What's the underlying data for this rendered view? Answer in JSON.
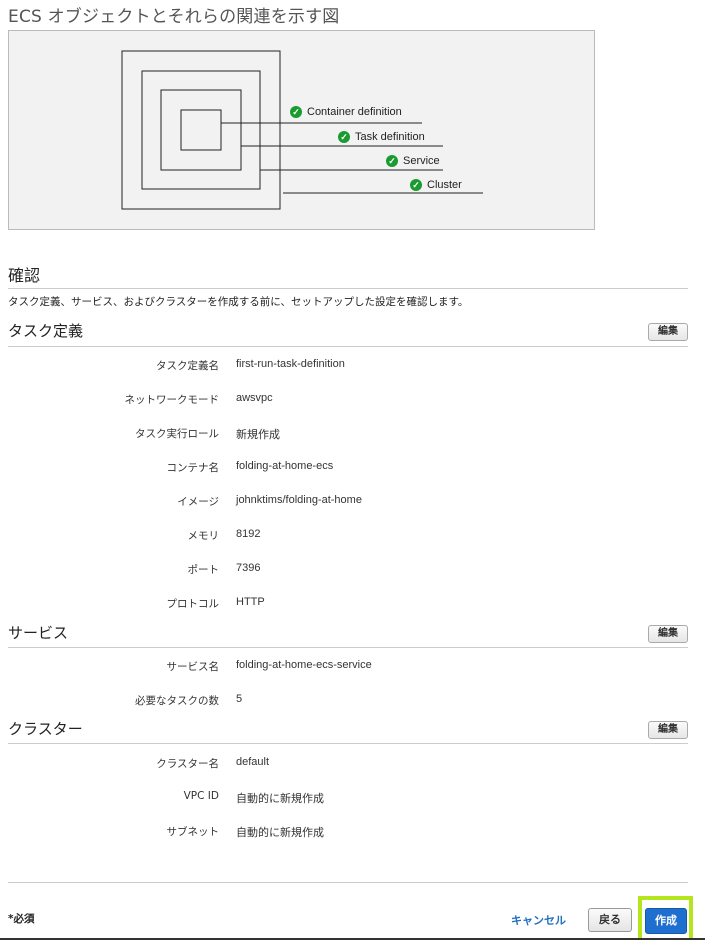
{
  "page": {
    "title": "ECS オブジェクトとそれらの関連を示す図"
  },
  "diagram": {
    "labels": [
      "Container definition",
      "Task definition",
      "Service",
      "Cluster"
    ],
    "check_color": "#1a9b2f"
  },
  "confirm": {
    "title": "確認",
    "description": "タスク定義、サービス、およびクラスターを作成する前に、セットアップした設定を確認します。"
  },
  "task_definition": {
    "title": "タスク定義",
    "edit_label": "編集",
    "rows": [
      {
        "key": "タスク定義名",
        "value": "first-run-task-definition"
      },
      {
        "key": "ネットワークモード",
        "value": "awsvpc"
      },
      {
        "key": "タスク実行ロール",
        "value": "新規作成"
      },
      {
        "key": "コンテナ名",
        "value": "folding-at-home-ecs"
      },
      {
        "key": "イメージ",
        "value": "johnktims/folding-at-home"
      },
      {
        "key": "メモリ",
        "value": "8192"
      },
      {
        "key": "ポート",
        "value": "7396"
      },
      {
        "key": "プロトコル",
        "value": "HTTP"
      }
    ]
  },
  "service": {
    "title": "サービス",
    "edit_label": "編集",
    "rows": [
      {
        "key": "サービス名",
        "value": "folding-at-home-ecs-service"
      },
      {
        "key": "必要なタスクの数",
        "value": "5"
      }
    ]
  },
  "cluster": {
    "title": "クラスター",
    "edit_label": "編集",
    "rows": [
      {
        "key": "クラスター名",
        "value": "default"
      },
      {
        "key": "VPC ID",
        "value": "自動的に新規作成"
      },
      {
        "key": "サブネット",
        "value": "自動的に新規作成"
      }
    ]
  },
  "footer": {
    "required_label": "*必須",
    "cancel_label": "キャンセル",
    "back_label": "戻る",
    "create_label": "作成",
    "highlight_color": "#b5e61d",
    "primary_color": "#1f6fd0",
    "link_color": "#1f6fbf"
  }
}
